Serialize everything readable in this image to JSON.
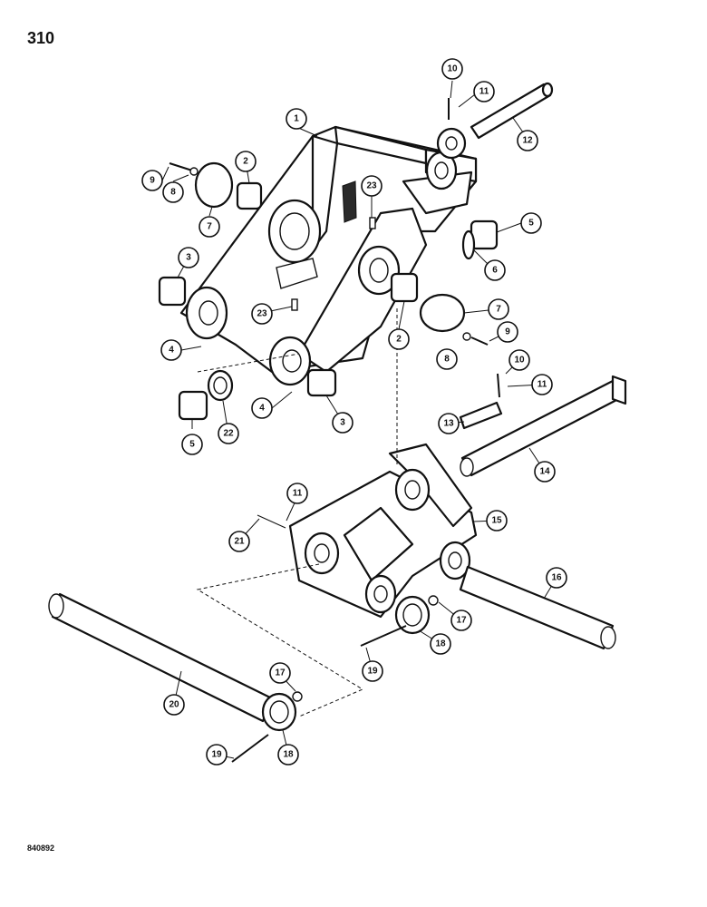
{
  "page": {
    "number": "310",
    "drawing_code": "840892"
  },
  "callouts": [
    {
      "id": "c1",
      "label": "1"
    },
    {
      "id": "c2a",
      "label": "2"
    },
    {
      "id": "c2b",
      "label": "2"
    },
    {
      "id": "c3a",
      "label": "3"
    },
    {
      "id": "c3b",
      "label": "3"
    },
    {
      "id": "c4a",
      "label": "4"
    },
    {
      "id": "c4b",
      "label": "4"
    },
    {
      "id": "c5a",
      "label": "5"
    },
    {
      "id": "c5b",
      "label": "5"
    },
    {
      "id": "c6",
      "label": "6"
    },
    {
      "id": "c7a",
      "label": "7"
    },
    {
      "id": "c7b",
      "label": "7"
    },
    {
      "id": "c8a",
      "label": "8"
    },
    {
      "id": "c8b",
      "label": "8"
    },
    {
      "id": "c9a",
      "label": "9"
    },
    {
      "id": "c9b",
      "label": "9"
    },
    {
      "id": "c10a",
      "label": "10"
    },
    {
      "id": "c10b",
      "label": "10"
    },
    {
      "id": "c11a",
      "label": "11"
    },
    {
      "id": "c11b",
      "label": "11"
    },
    {
      "id": "c11c",
      "label": "11"
    },
    {
      "id": "c12",
      "label": "12"
    },
    {
      "id": "c13",
      "label": "13"
    },
    {
      "id": "c14",
      "label": "14"
    },
    {
      "id": "c15",
      "label": "15"
    },
    {
      "id": "c16",
      "label": "16"
    },
    {
      "id": "c17a",
      "label": "17"
    },
    {
      "id": "c17b",
      "label": "17"
    },
    {
      "id": "c18a",
      "label": "18"
    },
    {
      "id": "c18b",
      "label": "18"
    },
    {
      "id": "c19a",
      "label": "19"
    },
    {
      "id": "c19b",
      "label": "19"
    },
    {
      "id": "c20",
      "label": "20"
    },
    {
      "id": "c21",
      "label": "21"
    },
    {
      "id": "c22",
      "label": "22"
    },
    {
      "id": "c23a",
      "label": "23"
    },
    {
      "id": "c23b",
      "label": "23"
    }
  ]
}
